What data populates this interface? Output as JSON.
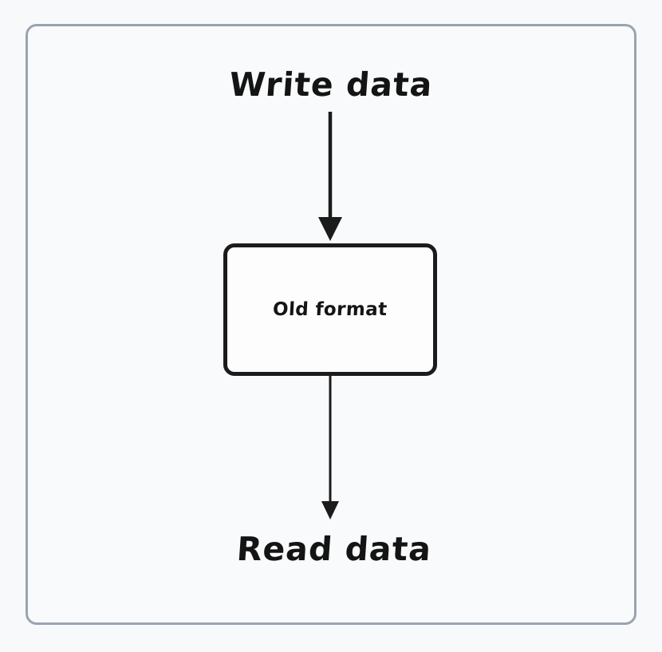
{
  "diagram": {
    "type": "flowchart",
    "orientation": "vertical",
    "frame": {
      "name": "diagram-frame",
      "border_color": "#9aa4b0",
      "background_color": "#f8fafb"
    },
    "nodes": [
      {
        "id": "write-data",
        "label": "Write data",
        "kind": "text-label",
        "role": "source",
        "text_color": "#141414"
      },
      {
        "id": "old-format",
        "label": "Old format",
        "kind": "rounded-rect-box",
        "role": "store",
        "border_color": "#1b1b1b",
        "fill_color": "#fdfdfd",
        "text_color": "#141414"
      },
      {
        "id": "read-data",
        "label": "Read data",
        "kind": "text-label",
        "role": "sink",
        "text_color": "#141414"
      }
    ],
    "edges": [
      {
        "id": "write-to-old-format",
        "from": "write-data",
        "to": "old-format",
        "label": "",
        "style": "solid-arrow",
        "color": "#1b1b1b"
      },
      {
        "id": "old-format-to-read",
        "from": "old-format",
        "to": "read-data",
        "label": "",
        "style": "solid-arrow",
        "color": "#1b1b1b"
      }
    ]
  }
}
